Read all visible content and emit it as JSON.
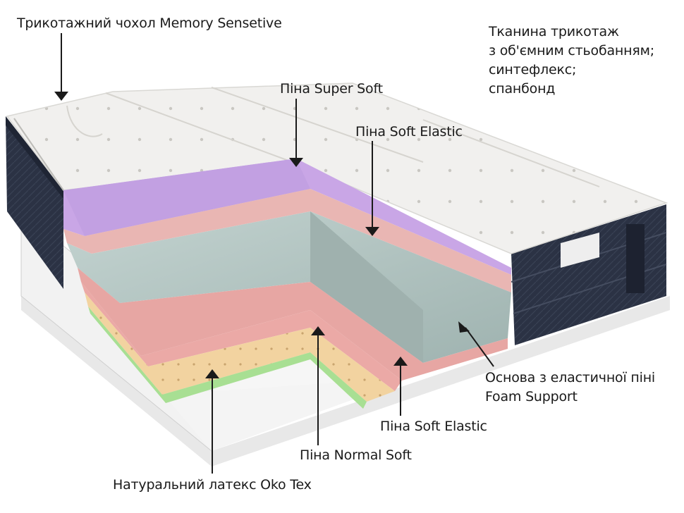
{
  "labels": {
    "cover": "Трикотажний чохол Memory Sensetive",
    "fabric": [
      "Тканина трикотаж",
      "з об'ємним стьобанням;",
      "синтефлекс;",
      "спанбонд"
    ],
    "super_soft": "Піна Super Soft",
    "soft_elastic_top": "Піна Soft Elastic",
    "foam_support": [
      "Основа з еластичної піні",
      "Foam Support"
    ],
    "soft_elastic_bottom": "Піна Soft Elastic",
    "normal_soft": "Піна Normal Soft",
    "latex": "Натуральний латекс Oko Tex"
  },
  "colors": {
    "super_soft": "#c9a6e6",
    "soft_elastic": "#e9b6b3",
    "foam_support": "#b8c9c6",
    "normal_soft": "#e7a6a3",
    "latex": "#f2d3a0",
    "green_layer": "#a8df93",
    "quilt_top": "#f1f0ee",
    "side_panel": "#2a3142",
    "bottom_base": "#efefef"
  }
}
